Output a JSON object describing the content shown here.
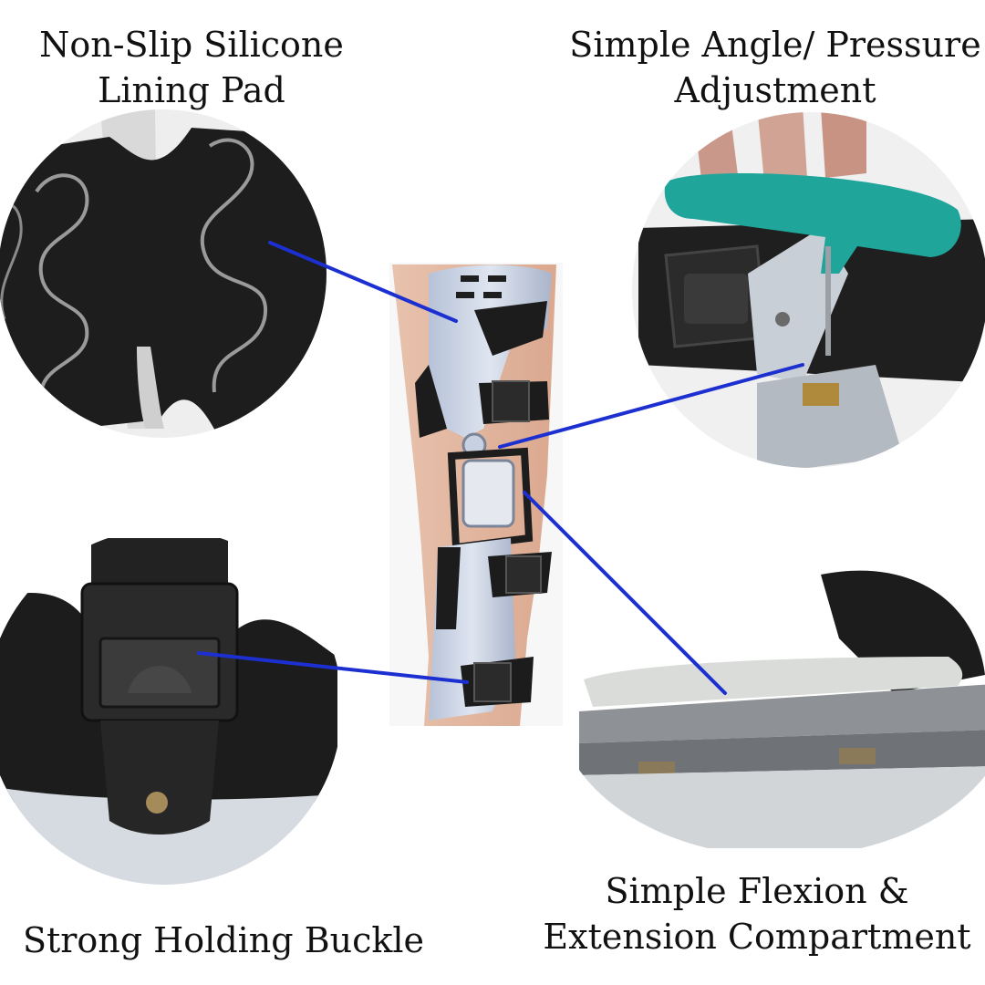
{
  "callouts": {
    "lining_pad": {
      "line1": "Non-Slip Silicone",
      "line2": "Lining Pad"
    },
    "angle_adjustment": {
      "line1": "Simple Angle/ Pressure",
      "line2": "Adjustment"
    },
    "buckle": {
      "line1": "Strong Holding Buckle"
    },
    "compartment": {
      "line1": "Simple Flexion &",
      "line2": "Extension Compartment"
    }
  },
  "colors": {
    "leader_line": "#1c2fd0",
    "brace_frame": "#c9d2e3",
    "pad_black": "#1d1d1d",
    "tool_teal": "#1fa59a",
    "background": "#ffffff"
  },
  "icons": {
    "lining_pad_photo": "lining-pad-photo",
    "angle_adjust_photo": "angle-adjustment-photo",
    "buckle_photo": "buckle-photo",
    "compartment_photo": "compartment-photo",
    "knee_brace_photo": "knee-brace-photo"
  }
}
